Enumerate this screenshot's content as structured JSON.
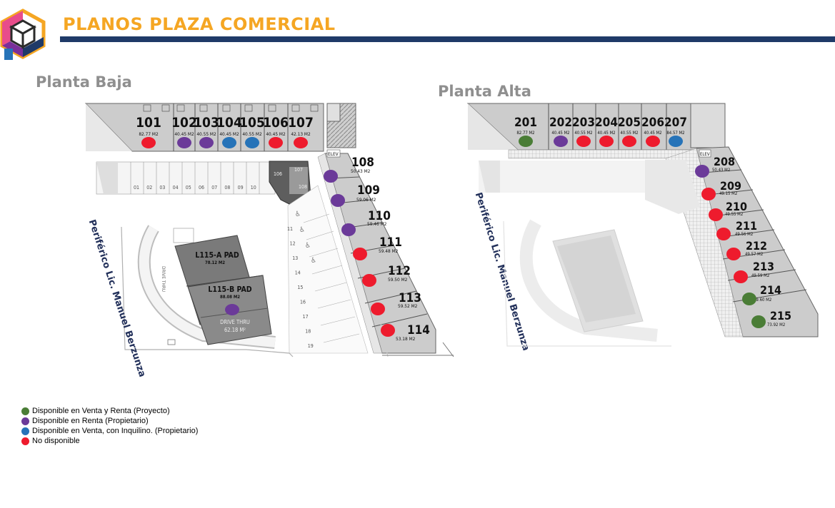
{
  "title": "PLANOS PLAZA COMERCIAL",
  "floors": {
    "ground": "Planta Baja",
    "upper": "Planta Alta"
  },
  "street": "Periférico Lic. Manuel Berzunza",
  "colors": {
    "title": "#f5a623",
    "bar": "#1f3a68",
    "sale_and_rent": "#4a7d36",
    "rent": "#6b3a99",
    "sale_with_tenant": "#2673b8",
    "not_available": "#ee1b2d"
  },
  "legend": [
    {
      "label": "Disponible en Venta y Renta (Proyecto)",
      "color": "#4a7d36"
    },
    {
      "label": "Disponible en Renta (Propietario)",
      "color": "#6b3a99"
    },
    {
      "label": "Disponible en Venta, con Inquilino. (Propietario)",
      "color": "#2673b8"
    },
    {
      "label": "No disponible",
      "color": "#ee1b2d"
    }
  ],
  "units_ground_row": [
    {
      "id": "101",
      "area": "82.77 M2",
      "status": "not_available"
    },
    {
      "id": "102",
      "area": "40.45 M2",
      "status": "rent"
    },
    {
      "id": "103",
      "area": "40.55 M2",
      "status": "rent"
    },
    {
      "id": "104",
      "area": "40.45 M2",
      "status": "sale_with_tenant"
    },
    {
      "id": "105",
      "area": "40.55 M2",
      "status": "sale_with_tenant"
    },
    {
      "id": "106",
      "area": "40.45 M2",
      "status": "not_available"
    },
    {
      "id": "107",
      "area": "42.13 M2",
      "status": "not_available"
    }
  ],
  "units_ground_diag": [
    {
      "id": "108",
      "area": "50.43 M2",
      "status": "rent"
    },
    {
      "id": "109",
      "area": "59.06 M2",
      "status": "rent"
    },
    {
      "id": "110",
      "area": "59.46 M2",
      "status": "rent"
    },
    {
      "id": "111",
      "area": "59.48 M2",
      "status": "not_available"
    },
    {
      "id": "112",
      "area": "59.50 M2",
      "status": "not_available"
    },
    {
      "id": "113",
      "area": "59.52 M2",
      "status": "not_available"
    },
    {
      "id": "114",
      "area": "53.18 M2",
      "status": "not_available"
    }
  ],
  "pads": [
    {
      "id": "L115-A PAD",
      "area": "78.12 M2"
    },
    {
      "id": "L115-B PAD",
      "area": "88.08 M2",
      "status": "rent"
    }
  ],
  "drive_thru": {
    "label": "DRIVE THRU",
    "area": "62.18 M²",
    "vertical": "DRIVE THRU"
  },
  "parking_top": [
    "01",
    "02",
    "03",
    "04",
    "05",
    "06",
    "07",
    "08",
    "09",
    "10"
  ],
  "parking_diag": [
    "11",
    "12",
    "13",
    "14",
    "15",
    "16",
    "17",
    "18",
    "19"
  ],
  "small_units": [
    "106",
    "107",
    "108"
  ],
  "elev": "ELEV",
  "units_upper_row": [
    {
      "id": "201",
      "area": "82.77 M2",
      "status": "sale_and_rent"
    },
    {
      "id": "202",
      "area": "40.45 M2",
      "status": "rent"
    },
    {
      "id": "203",
      "area": "40.55 M2",
      "status": "not_available"
    },
    {
      "id": "204",
      "area": "40.45 M2",
      "status": "not_available"
    },
    {
      "id": "205",
      "area": "40.55 M2",
      "status": "not_available"
    },
    {
      "id": "206",
      "area": "40.45 M2",
      "status": "not_available"
    },
    {
      "id": "207",
      "area": "84.57 M2",
      "status": "sale_with_tenant"
    }
  ],
  "units_upper_diag": [
    {
      "id": "208",
      "area": "50.43 M2",
      "status": "rent"
    },
    {
      "id": "209",
      "area": "49.15 M2",
      "status": "not_available"
    },
    {
      "id": "210",
      "area": "49.55 M2",
      "status": "not_available"
    },
    {
      "id": "211",
      "area": "49.56 M2",
      "status": "not_available"
    },
    {
      "id": "212",
      "area": "49.57 M2",
      "status": "not_available"
    },
    {
      "id": "213",
      "area": "49.59 M2",
      "status": "not_available"
    },
    {
      "id": "214",
      "area": "49.60 M2",
      "status": "sale_and_rent"
    },
    {
      "id": "215",
      "area": "73.92 M2",
      "status": "sale_and_rent"
    }
  ]
}
